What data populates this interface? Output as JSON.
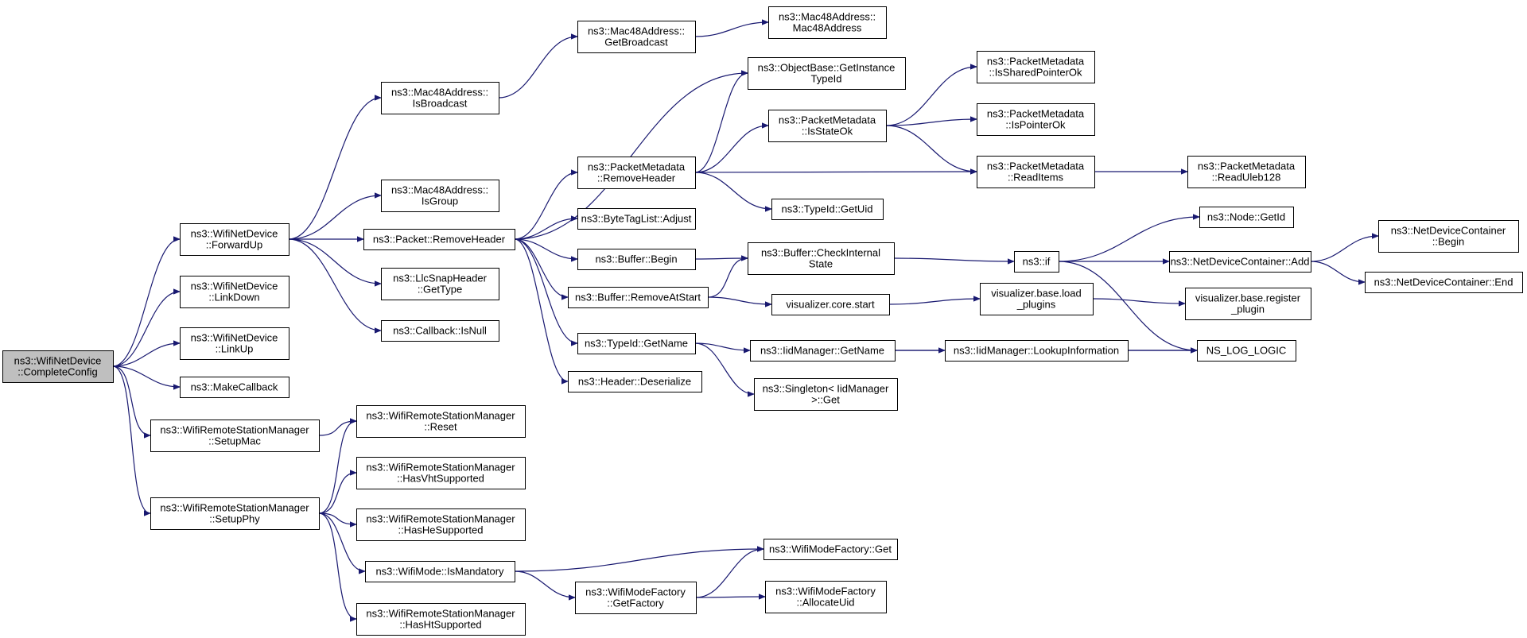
{
  "colors": {
    "edge": "#191970",
    "root_fill": "#bfbfbf",
    "node_fill": "#ffffff",
    "node_border": "#000000"
  },
  "graph": {
    "nodes": [
      {
        "id": "n1",
        "root": true,
        "lines": [
          "ns3::WifiNetDevice",
          "::CompleteConfig"
        ]
      },
      {
        "id": "n2",
        "lines": [
          "ns3::WifiNetDevice",
          "::ForwardUp"
        ]
      },
      {
        "id": "n3",
        "lines": [
          "ns3::WifiNetDevice",
          "::LinkDown"
        ]
      },
      {
        "id": "n4",
        "lines": [
          "ns3::WifiNetDevice",
          "::LinkUp"
        ]
      },
      {
        "id": "n5",
        "lines": [
          "ns3::MakeCallback"
        ]
      },
      {
        "id": "n6",
        "lines": [
          "ns3::WifiRemoteStationManager",
          "::SetupMac"
        ]
      },
      {
        "id": "n7",
        "lines": [
          "ns3::WifiRemoteStationManager",
          "::SetupPhy"
        ]
      },
      {
        "id": "n8",
        "lines": [
          "ns3::Mac48Address::",
          "IsBroadcast"
        ]
      },
      {
        "id": "n9",
        "lines": [
          "ns3::Mac48Address::",
          "IsGroup"
        ]
      },
      {
        "id": "n10",
        "lines": [
          "ns3::Packet::RemoveHeader"
        ]
      },
      {
        "id": "n11",
        "lines": [
          "ns3::LlcSnapHeader",
          "::GetType"
        ]
      },
      {
        "id": "n12",
        "lines": [
          "ns3::Callback::IsNull"
        ]
      },
      {
        "id": "n13",
        "lines": [
          "ns3::Mac48Address::",
          "GetBroadcast"
        ]
      },
      {
        "id": "n14",
        "lines": [
          "ns3::Mac48Address::",
          "Mac48Address"
        ]
      },
      {
        "id": "n15",
        "lines": [
          "ns3::ObjectBase::GetInstance",
          "TypeId"
        ]
      },
      {
        "id": "n16",
        "lines": [
          "ns3::PacketMetadata",
          "::RemoveHeader"
        ]
      },
      {
        "id": "n17",
        "lines": [
          "ns3::ByteTagList::Adjust"
        ]
      },
      {
        "id": "n18",
        "lines": [
          "ns3::Buffer::Begin"
        ]
      },
      {
        "id": "n19",
        "lines": [
          "ns3::Buffer::RemoveAtStart"
        ]
      },
      {
        "id": "n20",
        "lines": [
          "ns3::TypeId::GetName"
        ]
      },
      {
        "id": "n21",
        "lines": [
          "ns3::Header::Deserialize"
        ]
      },
      {
        "id": "n22",
        "lines": [
          "ns3::PacketMetadata",
          "::IsStateOk"
        ]
      },
      {
        "id": "n23",
        "lines": [
          "ns3::TypeId::GetUid"
        ]
      },
      {
        "id": "n24",
        "lines": [
          "ns3::Buffer::CheckInternal",
          "State"
        ]
      },
      {
        "id": "n25",
        "lines": [
          "visualizer.core.start"
        ]
      },
      {
        "id": "n26",
        "lines": [
          "ns3::IidManager::GetName"
        ]
      },
      {
        "id": "n27",
        "lines": [
          "ns3::Singleton< IidManager",
          " >::Get"
        ]
      },
      {
        "id": "n28",
        "lines": [
          "ns3::PacketMetadata",
          "::IsSharedPointerOk"
        ]
      },
      {
        "id": "n29",
        "lines": [
          "ns3::PacketMetadata",
          "::IsPointerOk"
        ]
      },
      {
        "id": "n30",
        "lines": [
          "ns3::PacketMetadata",
          "::ReadItems"
        ]
      },
      {
        "id": "n31",
        "lines": [
          "ns3::PacketMetadata",
          "::ReadUleb128"
        ]
      },
      {
        "id": "n32",
        "lines": [
          "ns3::if"
        ]
      },
      {
        "id": "n33",
        "lines": [
          "visualizer.base.load",
          "_plugins"
        ]
      },
      {
        "id": "n34",
        "lines": [
          "ns3::IidManager::LookupInformation"
        ]
      },
      {
        "id": "n35",
        "lines": [
          "ns3::Node::GetId"
        ]
      },
      {
        "id": "n36",
        "lines": [
          "ns3::NetDeviceContainer::Add"
        ]
      },
      {
        "id": "n37",
        "lines": [
          "NS_LOG_LOGIC"
        ]
      },
      {
        "id": "n38",
        "lines": [
          "visualizer.base.register",
          "_plugin"
        ]
      },
      {
        "id": "n39",
        "lines": [
          "ns3::NetDeviceContainer",
          "::Begin"
        ]
      },
      {
        "id": "n40",
        "lines": [
          "ns3::NetDeviceContainer::End"
        ]
      },
      {
        "id": "n41",
        "lines": [
          "ns3::WifiRemoteStationManager",
          "::Reset"
        ]
      },
      {
        "id": "n42",
        "lines": [
          "ns3::WifiRemoteStationManager",
          "::HasVhtSupported"
        ]
      },
      {
        "id": "n43",
        "lines": [
          "ns3::WifiRemoteStationManager",
          "::HasHeSupported"
        ]
      },
      {
        "id": "n44",
        "lines": [
          "ns3::WifiMode::IsMandatory"
        ]
      },
      {
        "id": "n45",
        "lines": [
          "ns3::WifiRemoteStationManager",
          "::HasHtSupported"
        ]
      },
      {
        "id": "n46",
        "lines": [
          "ns3::WifiModeFactory",
          "::GetFactory"
        ]
      },
      {
        "id": "n47",
        "lines": [
          "ns3::WifiModeFactory::Get"
        ]
      },
      {
        "id": "n48",
        "lines": [
          "ns3::WifiModeFactory",
          "::AllocateUid"
        ]
      }
    ],
    "edges": [
      [
        "n1",
        "n2"
      ],
      [
        "n1",
        "n3"
      ],
      [
        "n1",
        "n4"
      ],
      [
        "n1",
        "n5"
      ],
      [
        "n1",
        "n6"
      ],
      [
        "n1",
        "n7"
      ],
      [
        "n2",
        "n8"
      ],
      [
        "n2",
        "n9"
      ],
      [
        "n2",
        "n10"
      ],
      [
        "n2",
        "n11"
      ],
      [
        "n2",
        "n12"
      ],
      [
        "n8",
        "n13"
      ],
      [
        "n13",
        "n14"
      ],
      [
        "n10",
        "n15"
      ],
      [
        "n10",
        "n16"
      ],
      [
        "n10",
        "n17"
      ],
      [
        "n10",
        "n18"
      ],
      [
        "n10",
        "n19"
      ],
      [
        "n10",
        "n20"
      ],
      [
        "n10",
        "n21"
      ],
      [
        "n16",
        "n15"
      ],
      [
        "n16",
        "n22"
      ],
      [
        "n16",
        "n30"
      ],
      [
        "n16",
        "n23"
      ],
      [
        "n22",
        "n28"
      ],
      [
        "n22",
        "n29"
      ],
      [
        "n22",
        "n30"
      ],
      [
        "n30",
        "n31"
      ],
      [
        "n18",
        "n24"
      ],
      [
        "n19",
        "n24"
      ],
      [
        "n19",
        "n25"
      ],
      [
        "n24",
        "n32"
      ],
      [
        "n32",
        "n35"
      ],
      [
        "n32",
        "n36"
      ],
      [
        "n32",
        "n37"
      ],
      [
        "n36",
        "n39"
      ],
      [
        "n36",
        "n40"
      ],
      [
        "n25",
        "n33"
      ],
      [
        "n33",
        "n38"
      ],
      [
        "n20",
        "n26"
      ],
      [
        "n20",
        "n27"
      ],
      [
        "n26",
        "n34"
      ],
      [
        "n26",
        "n37"
      ],
      [
        "n34",
        "n37"
      ],
      [
        "n6",
        "n41"
      ],
      [
        "n7",
        "n41"
      ],
      [
        "n7",
        "n42"
      ],
      [
        "n7",
        "n43"
      ],
      [
        "n7",
        "n44"
      ],
      [
        "n7",
        "n45"
      ],
      [
        "n44",
        "n47"
      ],
      [
        "n44",
        "n46"
      ],
      [
        "n46",
        "n47"
      ],
      [
        "n46",
        "n48"
      ]
    ]
  }
}
